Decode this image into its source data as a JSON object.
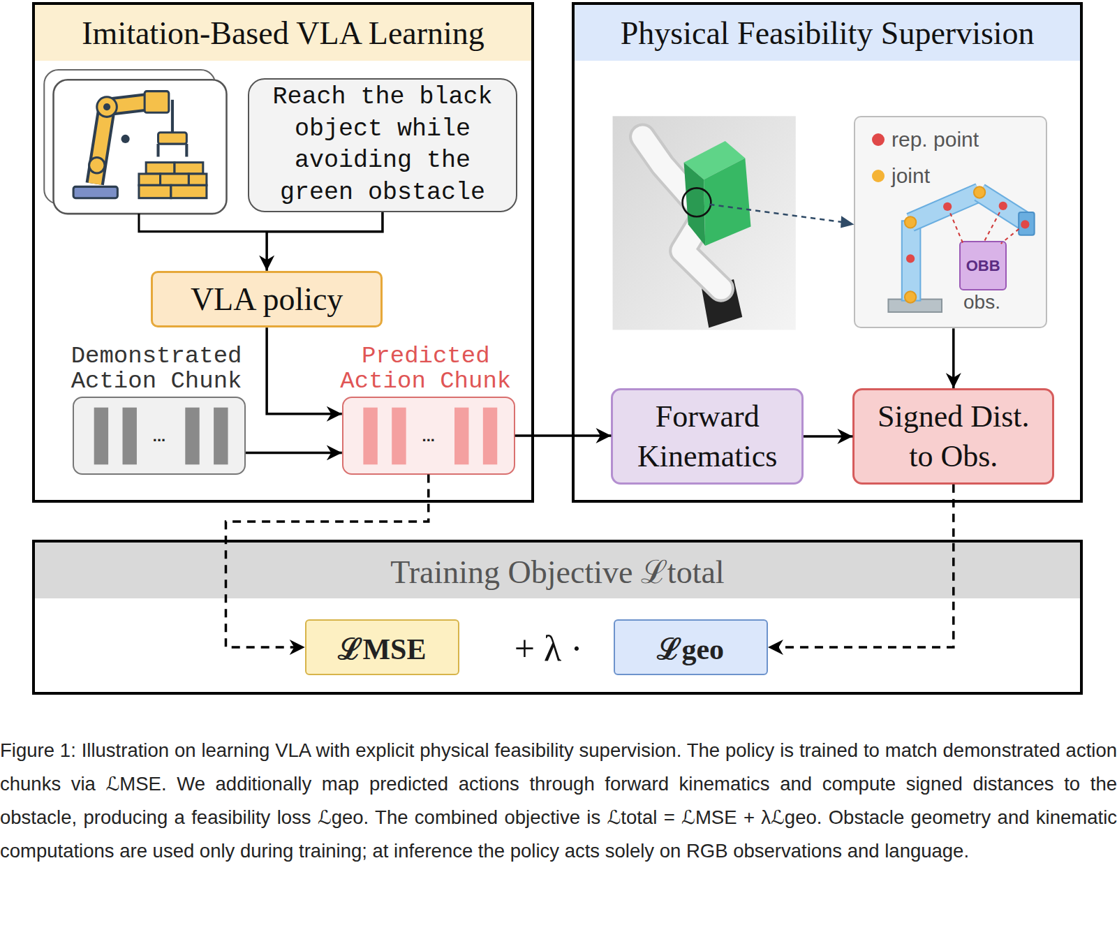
{
  "diagram": {
    "caption": "Figure 1: Illustration on learning VLA with explicit physical feasibility supervision. The policy is trained to match demonstrated action chunks via ℒMSE. We additionally map predicted actions through forward kinematics and compute signed distances to the obstacle, producing a feasibility loss ℒgeo. The combined objective is ℒtotal = ℒMSE + λℒgeo. Obstacle geometry and kinematic computations are used only during training; at inference the policy acts solely on RGB observations and language.",
    "nodes": [
      {
        "text": [
          "Imitation-Based VLA Learning"
        ]
      },
      {
        "text": [
          "Reach the black object while avoiding the green obstacle"
        ],
        "in": 0
      },
      {
        "text": [
          "VLA policy"
        ],
        "in": 0
      },
      {
        "text": [
          "Demonstrated Action Chunk",
          "..."
        ],
        "in": 0
      },
      {
        "text": [
          "Predicted Action Chunk",
          "..."
        ],
        "in": 0
      },
      {
        "text": [
          "Physical Feasibility Supervision"
        ]
      },
      {
        "text": [
          "obs."
        ],
        "in": 5
      },
      {
        "text": [
          "OBB"
        ],
        "in": 6
      },
      {
        "text": [
          "Forward Kinematics"
        ],
        "in": 5
      },
      {
        "text": [
          "Signed Dist. to Obs."
        ],
        "in": 5
      },
      {
        "text": [
          "Training Objective ℒtotal"
        ]
      },
      {
        "text": [
          "ℒMSE"
        ],
        "in": 10
      },
      {
        "text": [
          "ℒgeo"
        ],
        "in": 10
      }
    ],
    "edges": [
      {
        "from": 1,
        "to": 2,
        "arrow": "to"
      },
      {
        "from": 2,
        "to": 4,
        "arrow": "to"
      },
      {
        "from": 3,
        "to": 4,
        "arrow": "to"
      },
      {
        "from": 4,
        "to": 8,
        "arrow": "to"
      },
      {
        "from": 8,
        "to": 9,
        "arrow": "to"
      },
      {
        "from": 6,
        "to": 9,
        "arrow": "to"
      },
      {
        "from": 4,
        "to": 11,
        "arrow": "to"
      },
      {
        "from": 9,
        "to": 12,
        "arrow": "to"
      }
    ],
    "labels": [
      "+ λ ·"
    ],
    "legend": [
      {
        "text": "rep. point",
        "color": "#e04848"
      },
      {
        "text": "joint",
        "color": "#f5b335"
      }
    ]
  }
}
